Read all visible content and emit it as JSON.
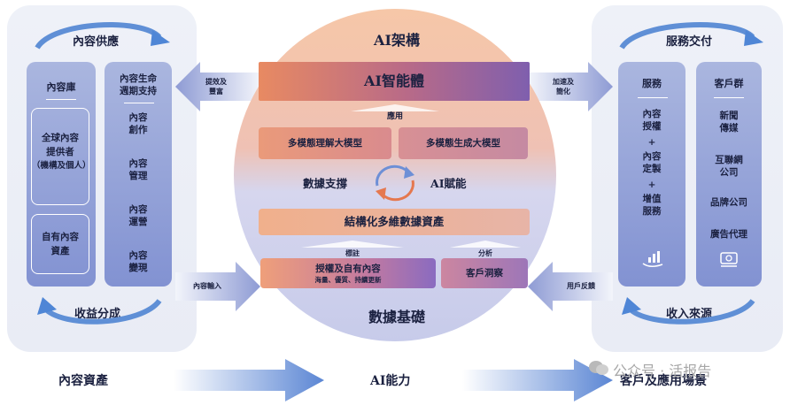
{
  "left_panel": {
    "top_label": "內容供應",
    "bottom_label": "收益分成",
    "library_column": {
      "title": "內容庫",
      "global_box": [
        "全球內容",
        "提供者",
        "（機構及個人）"
      ],
      "owned_box": [
        "自有內容",
        "資產"
      ]
    },
    "lifecycle_column": {
      "title": [
        "內容生命",
        "週期支持"
      ],
      "items": [
        [
          "內容",
          "創作"
        ],
        [
          "內容",
          "管理"
        ],
        [
          "內容",
          "運營"
        ],
        [
          "內容",
          "變現"
        ]
      ]
    }
  },
  "right_panel": {
    "top_label": "服務交付",
    "bottom_label": "收入來源",
    "service_column": {
      "title": "服務",
      "items": [
        [
          "內容",
          "授權"
        ],
        [
          "內容",
          "定製"
        ],
        [
          "增值",
          "服務"
        ]
      ],
      "plus": "+"
    },
    "customer_column": {
      "title": "客戶群",
      "items": [
        [
          "新聞",
          "傳媒"
        ],
        [
          "互聯網",
          "公司"
        ],
        [
          "品牌公司"
        ],
        [
          "廣告代理"
        ]
      ]
    }
  },
  "arrows": {
    "left_top": [
      "提效及",
      "豐富"
    ],
    "right_top": [
      "加速及",
      "簡化"
    ],
    "left_bottom": "內容輸入",
    "right_bottom": "用戶反饋"
  },
  "center": {
    "top_title": "AI架構",
    "agent_bar": "AI智能體",
    "apply_label": "應用",
    "model_left": "多模態理解大模型",
    "model_right": "多模態生成大模型",
    "support_left": "數據支撐",
    "support_right": "AI賦能",
    "structured_bar": "結構化多維數據資產",
    "annotate_label": "標註",
    "analyze_label": "分析",
    "licensed_box_title": "授權及自有內容",
    "licensed_box_sub": "海量、優質、持續更新",
    "insight_box": "客戶洞察",
    "bottom_title": "數據基礎"
  },
  "bottom_row": {
    "left": "內容資產",
    "middle": "AI能力",
    "right": "客戶及應用場景"
  },
  "watermark": "公众号 · 活报告"
}
